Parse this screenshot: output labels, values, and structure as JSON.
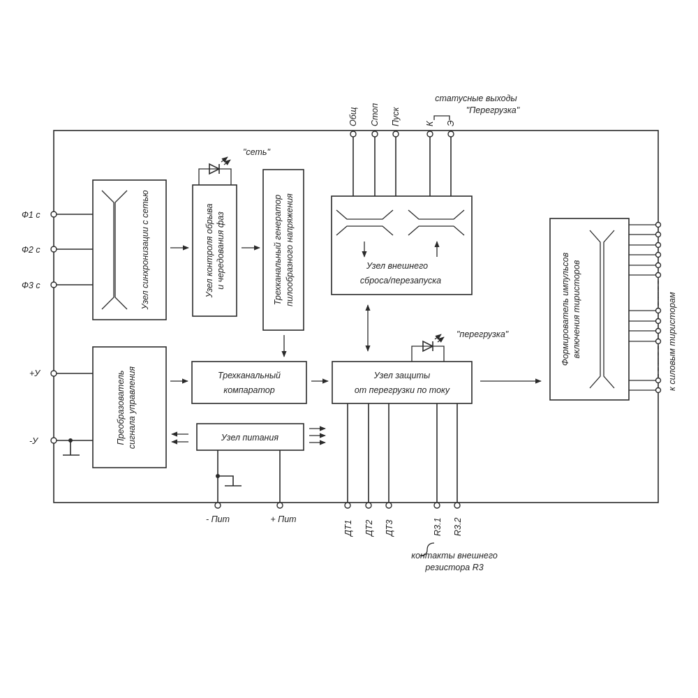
{
  "status_outputs": {
    "line1": "статусные выходы",
    "line2": "\"Перегрузка\""
  },
  "top_pins": [
    "Общ",
    "Стоп",
    "Пуск",
    "К",
    "Э"
  ],
  "left_pins": [
    "Ф1 с",
    "Ф2 с",
    "Ф3 с",
    "+У",
    "-У"
  ],
  "bottom_pins": [
    "- Пит",
    "+ Пит",
    "ДТ1",
    "ДТ2",
    "ДТ3",
    "R3.1",
    "R3.2"
  ],
  "bottom_note": {
    "line1": "контакты внешнего",
    "line2": "резистора R3"
  },
  "right_label": "к силовым тиристорам",
  "led_labels": {
    "net": "\"сеть\"",
    "overload": "\"перегрузка\""
  },
  "blocks": {
    "sync": "Узел синхронизации с сетью",
    "phase_control": {
      "line1": "Узел контроля обрыва",
      "line2": "и чередования фаз"
    },
    "generator": {
      "line1": "Трехканальный генератор",
      "line2": "пилообразного напряжения"
    },
    "reset": {
      "line1": "Узел внешнего",
      "line2": "сброса/перезапуска"
    },
    "converter": {
      "line1": "Преобразователь",
      "line2": "сигнала управления"
    },
    "comparator": {
      "line1": "Трехканальный",
      "line2": "компаратор"
    },
    "protection": {
      "line1": "Узел защиты",
      "line2": "от перегрузки по току"
    },
    "power": "Узел питания",
    "pulse_former": {
      "line1": "Формирователь импульсов",
      "line2": "включения тиристоров"
    }
  }
}
